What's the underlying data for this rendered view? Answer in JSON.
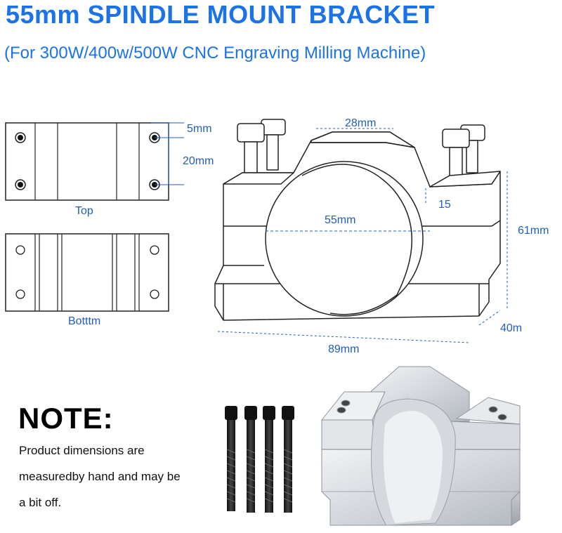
{
  "header": {
    "title": "55mm SPINDLE MOUNT BRACKET",
    "subtitle": "(For 300W/400w/500W CNC Engraving Milling Machine)"
  },
  "views": {
    "top_label": "Top",
    "bottom_label": "Botttm"
  },
  "dimensions": {
    "hole_offset": "5mm",
    "hole_spacing": "20mm",
    "top_width": "28mm",
    "step_height": "15",
    "bore_diameter": "55mm",
    "total_height": "61mm",
    "depth": "40m",
    "length": "89mm"
  },
  "note": {
    "title": "NOTE:",
    "lines": [
      "Product dimensions are",
      "measuredby hand and may be",
      "a bit off."
    ]
  },
  "colors": {
    "accent": "#1a73e8",
    "dimension_line": "#1f5fb8",
    "bracket_silver": "#d9dde2"
  }
}
